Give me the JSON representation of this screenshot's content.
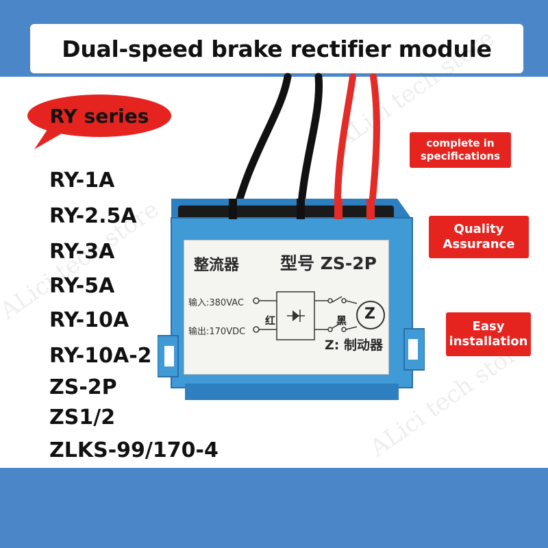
{
  "title": "Dual-speed brake rectifier module",
  "series_badge": "RY series",
  "models": [
    "RY-1A",
    "RY-2.5A",
    "RY-3A",
    "RY-5A",
    "RY-10A",
    "RY-10A-2",
    "ZS-2P",
    "ZS1/2",
    "ZLKS-99/170-4"
  ],
  "tags": [
    {
      "lines": [
        "complete in",
        "specifications"
      ]
    },
    {
      "lines": [
        "Quality",
        "Assurance"
      ]
    },
    {
      "lines": [
        "Easy",
        "installation"
      ]
    }
  ],
  "device_label": {
    "name": "整流器",
    "model": "型号 ZS-2P",
    "input": "输入:380VAC",
    "output": "输出:170VDC",
    "red": "红",
    "black": "黑",
    "z_symbol": "Z",
    "legend": "Z: 制动器"
  },
  "watermark": "ALici tech store",
  "colors": {
    "banner": "#4a86c8",
    "accent_red": "#e52420",
    "device_blue": "#3f9ad6"
  }
}
